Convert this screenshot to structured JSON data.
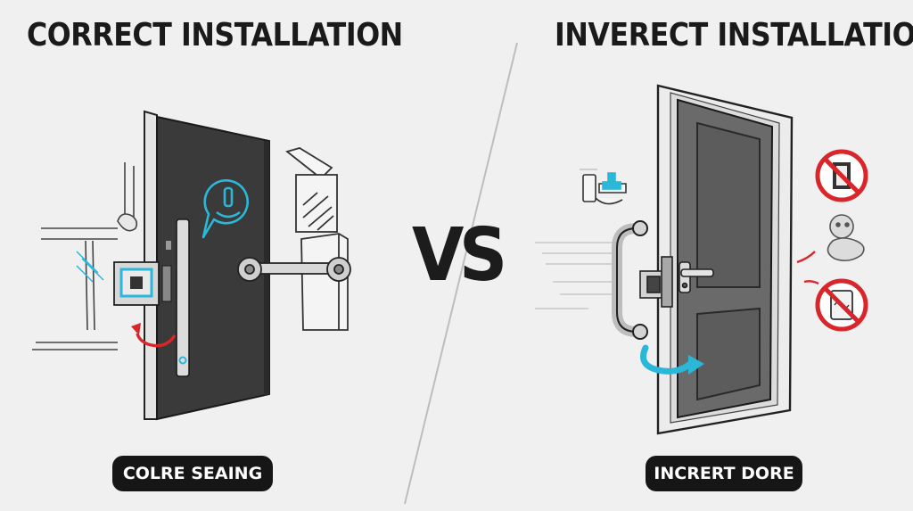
{
  "left_panel": {
    "title": "CORRECT INSTALLATION",
    "label": "COLRE SEAING"
  },
  "right_panel": {
    "title": "INVERECT INSTALLATION",
    "label": "INCRERT DORE"
  },
  "center": {
    "vs": "VS"
  },
  "colors": {
    "background": "#f0f0f0",
    "ink": "#1a1a1a",
    "accent_cyan": "#2bb7d8",
    "warning_red": "#d9262b",
    "door_dark": "#3a3a3a",
    "door_gray": "#666666"
  },
  "icons": [
    "fingerprint-hand-icon",
    "rotate-arrow-icon",
    "no-door-sign-icon",
    "no-phone-sign-icon",
    "keypad-icon"
  ]
}
